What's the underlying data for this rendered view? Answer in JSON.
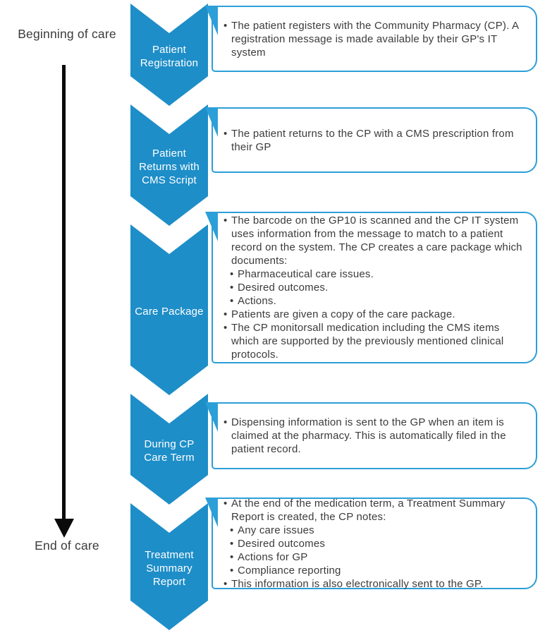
{
  "palette": {
    "chevron_blue": "#1e8ec8",
    "box_border_blue": "#2d9fd8",
    "body_text": "#3b3b3b",
    "label_text": "#ffffff",
    "arrow_black": "#0a0a0a"
  },
  "timeline": {
    "start_label": "Beginning of care",
    "end_label": "End of care"
  },
  "stages": [
    {
      "label": "Patient Registration",
      "bullets": [
        {
          "level": 1,
          "text": "The patient registers with the Community Pharmacy (CP). A registration message is made available by their GP's IT system"
        }
      ]
    },
    {
      "label": "Patient Returns with CMS Script",
      "bullets": [
        {
          "level": 1,
          "text": "The patient returns to the CP with a CMS prescription from their GP"
        }
      ]
    },
    {
      "label": "Care Package",
      "bullets": [
        {
          "level": 1,
          "text": "The barcode on the GP10 is scanned and the CP IT system uses information from the message to match to a patient record on the system. The CP creates a care package which documents:"
        },
        {
          "level": 2,
          "text": "Pharmaceutical care issues."
        },
        {
          "level": 2,
          "text": "Desired outcomes."
        },
        {
          "level": 2,
          "text": "Actions."
        },
        {
          "level": 1,
          "text": "Patients are given a copy of the care package."
        },
        {
          "level": 1,
          "text": "The CP monitorsall medication including the CMS items which are supported by the previously mentioned clinical protocols."
        }
      ]
    },
    {
      "label": "During CP Care Term",
      "bullets": [
        {
          "level": 1,
          "text": "Dispensing information is sent to the GP when an item is claimed at the pharmacy. This is automatically filed in the patient record."
        }
      ]
    },
    {
      "label": "Treatment Summary Report",
      "bullets": [
        {
          "level": 1,
          "text": "At the end of the medication term, a Treatment Summary Report is created, the CP notes:"
        },
        {
          "level": 2,
          "text": "Any care issues"
        },
        {
          "level": 2,
          "text": "Desired outcomes"
        },
        {
          "level": 2,
          "text": "Actions for GP"
        },
        {
          "level": 2,
          "text": "Compliance reporting"
        },
        {
          "level": 1,
          "text": "This information is also electronically sent to the GP."
        }
      ]
    }
  ]
}
